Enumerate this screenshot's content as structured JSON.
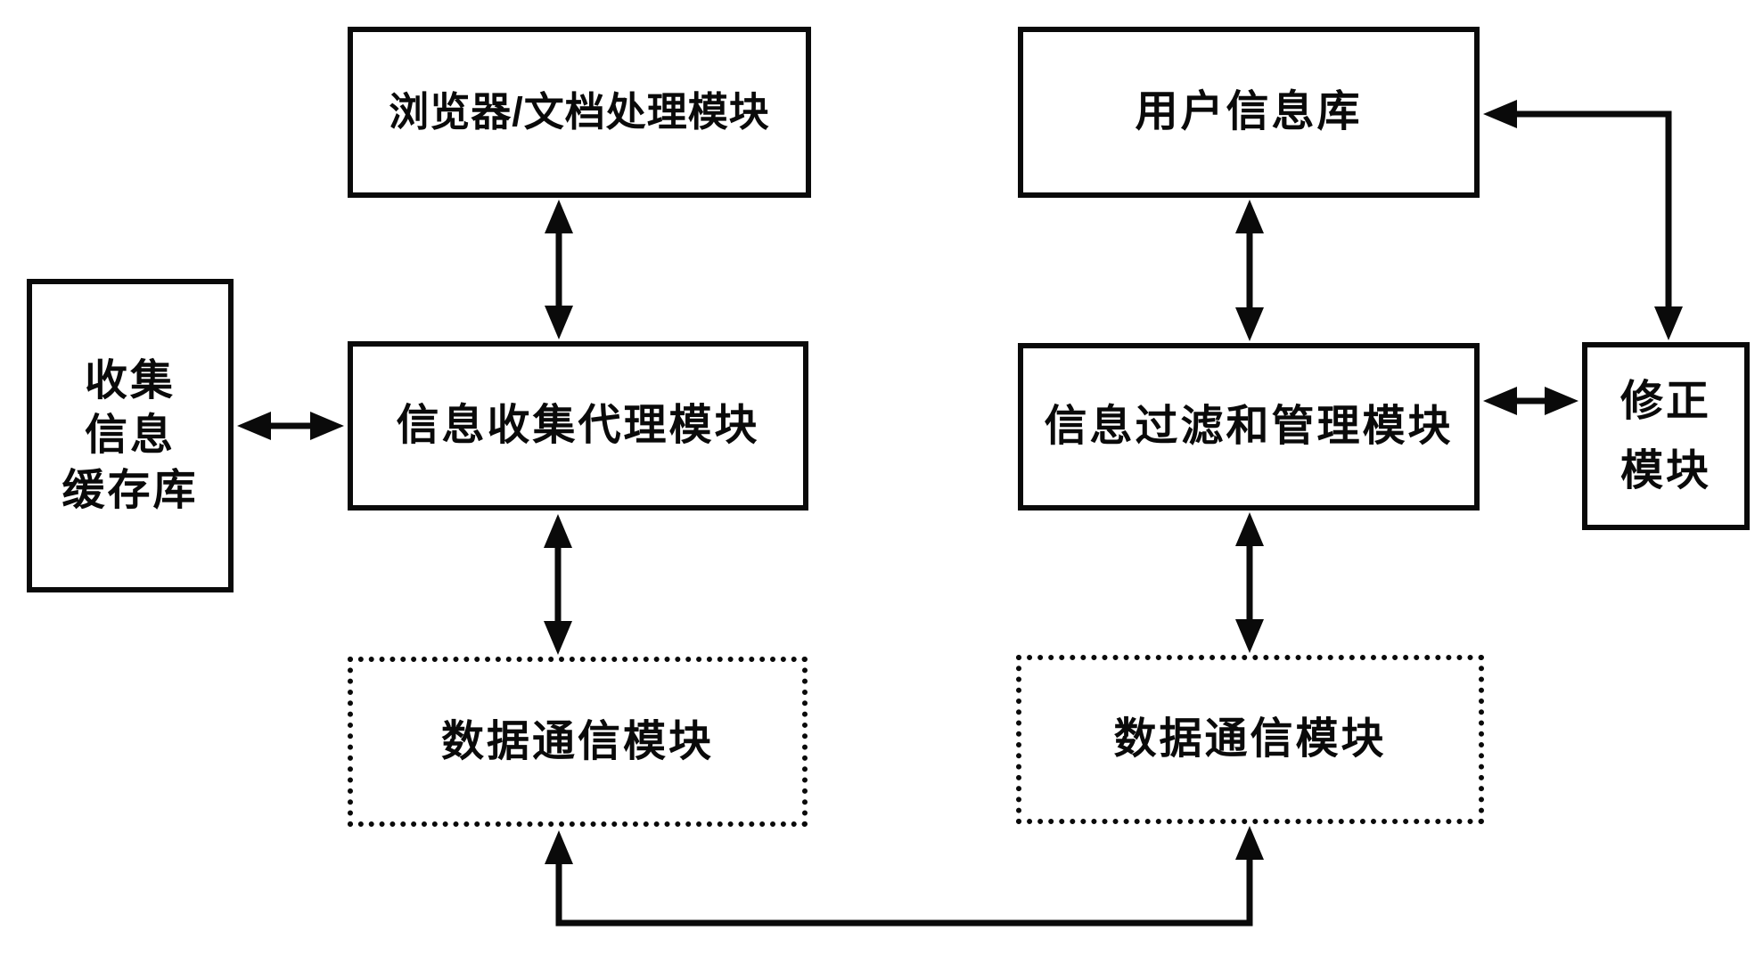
{
  "figure": {
    "background": "#ffffff",
    "ink": "#0a0a0a",
    "boxes": {
      "browser": {
        "label": "浏览器/文档处理模块",
        "border": "solid"
      },
      "user": {
        "label": "用户信息库",
        "border": "solid"
      },
      "cache": {
        "label": "收集信息缓存库",
        "lines": [
          "收集",
          "信息",
          "缓存库"
        ],
        "border": "solid"
      },
      "agent": {
        "label": "信息收集代理模块",
        "border": "solid"
      },
      "filter": {
        "label": "信息过滤和管理模块",
        "border": "solid"
      },
      "correction": {
        "label": "修正模块",
        "lines": [
          "修正",
          "模块"
        ],
        "border": "solid"
      },
      "comm_left": {
        "label": "数据通信模块",
        "border": "dotted"
      },
      "comm_right": {
        "label": "数据通信模块",
        "border": "dotted"
      }
    },
    "connections": [
      {
        "from": "浏览器/文档处理模块",
        "to": "信息收集代理模块",
        "type": "double-arrow-vertical"
      },
      {
        "from": "收集信息缓存库",
        "to": "信息收集代理模块",
        "type": "double-arrow-horizontal"
      },
      {
        "from": "信息收集代理模块",
        "to": "数据通信模块(左)",
        "type": "double-arrow-vertical"
      },
      {
        "from": "用户信息库",
        "to": "信息过滤和管理模块",
        "type": "double-arrow-vertical"
      },
      {
        "from": "信息过滤和管理模块",
        "to": "数据通信模块(右)",
        "type": "double-arrow-vertical"
      },
      {
        "from": "信息过滤和管理模块",
        "to": "修正模块",
        "type": "double-arrow-horizontal"
      },
      {
        "from": "修正模块",
        "to": "用户信息库",
        "type": "elbow-double-arrow-top-right"
      },
      {
        "from": "数据通信模块(右)",
        "to": "数据通信模块(左)",
        "type": "elbow-double-arrow-bottom"
      }
    ]
  }
}
